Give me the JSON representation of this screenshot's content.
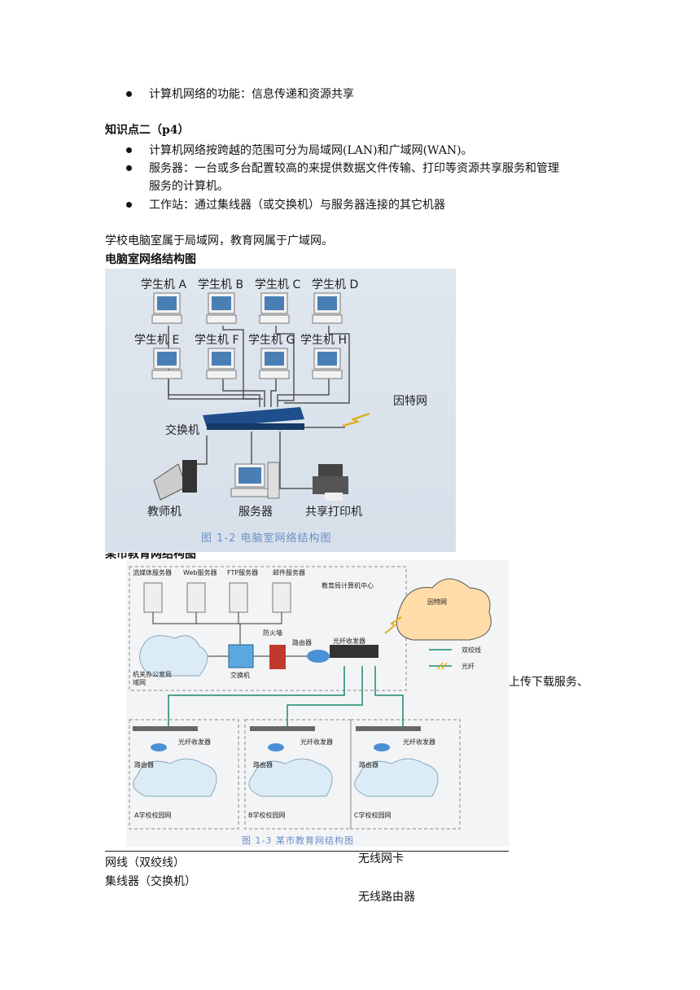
{
  "intro_bullet": "计算机网络的功能：信息传递和资源共享",
  "section2": {
    "heading": "知识点二（p4）",
    "bullets": [
      "计算机网络按跨越的范围可分为局域网(LAN)和广域网(WAN)。",
      "服务器：一台或多台配置较高的来提供数据文件传输、打印等资源共享服务和管理",
      "工作站：通过集线器（或交换机）与服务器连接的其它机器"
    ],
    "bullet2_cont": "服务的计算机。"
  },
  "summary": "学校电脑室属于局域网，教育网属于广域网。",
  "fig1_heading": "电脑室网络结构图",
  "fig1": {
    "students_top": [
      "学生机 A",
      "学生机 B",
      "学生机 C",
      "学生机 D"
    ],
    "students_bottom": [
      "学生机 E",
      "学生机 F",
      "学生机 G",
      "学生机 H"
    ],
    "switch": "交换机",
    "internet": "因特网",
    "teacher": "教师机",
    "server": "服务器",
    "printer": "共享打印机",
    "caption": "图 1-2  电脑室网络结构图"
  },
  "fig2_heading": "某市教育网结构图",
  "fig2": {
    "servers": [
      "流媒体服务器",
      "Web服务器",
      "FTP服务器",
      "邮件服务器"
    ],
    "center": "教育局计算机中心",
    "internet": "因特网",
    "firewall": "防火墙",
    "router": "路由器",
    "transceiver": "光纤收发器",
    "switch": "交换机",
    "office_lan": "机关办公室局域网",
    "legend_twisted": "双绞线",
    "legend_fiber": "光纤",
    "campuses": [
      "A学校校园网",
      "B学校校园网",
      "C学校校园网"
    ],
    "caption": "图 1-3  某市教育网结构图"
  },
  "side_fragment": "上传下载服务、",
  "bottom": {
    "left1": "网线（双绞线）",
    "left2": "集线器（交换机）",
    "right1": "无线网卡",
    "right2": "无线路由器"
  }
}
